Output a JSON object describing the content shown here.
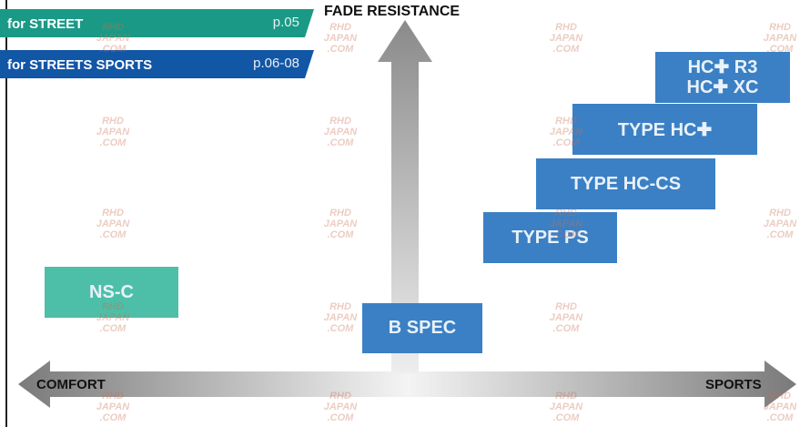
{
  "banners": [
    {
      "label": "for STREET",
      "page": "p.05"
    },
    {
      "label": "for STREETS SPORTS",
      "page": "p.06-08"
    }
  ],
  "axes": {
    "vertical": "FADE RESISTANCE",
    "left": "COMFORT",
    "right": "SPORTS"
  },
  "products": {
    "hc_r3_xc": [
      "HC✚ R3",
      "HC✚ XC"
    ],
    "type_hc_plus": "TYPE HC✚",
    "type_hc_cs": "TYPE HC-CS",
    "type_ps": "TYPE PS",
    "ns_c": "NS-C",
    "b_spec": "B SPEC"
  },
  "watermark": [
    "RHD",
    "JAPAN",
    ".COM"
  ],
  "colors": {
    "teal_banner": "#1a9a86",
    "blue_banner": "#1256a6",
    "product_blue": "#3b80c4",
    "product_teal": "#4dbfa8"
  }
}
